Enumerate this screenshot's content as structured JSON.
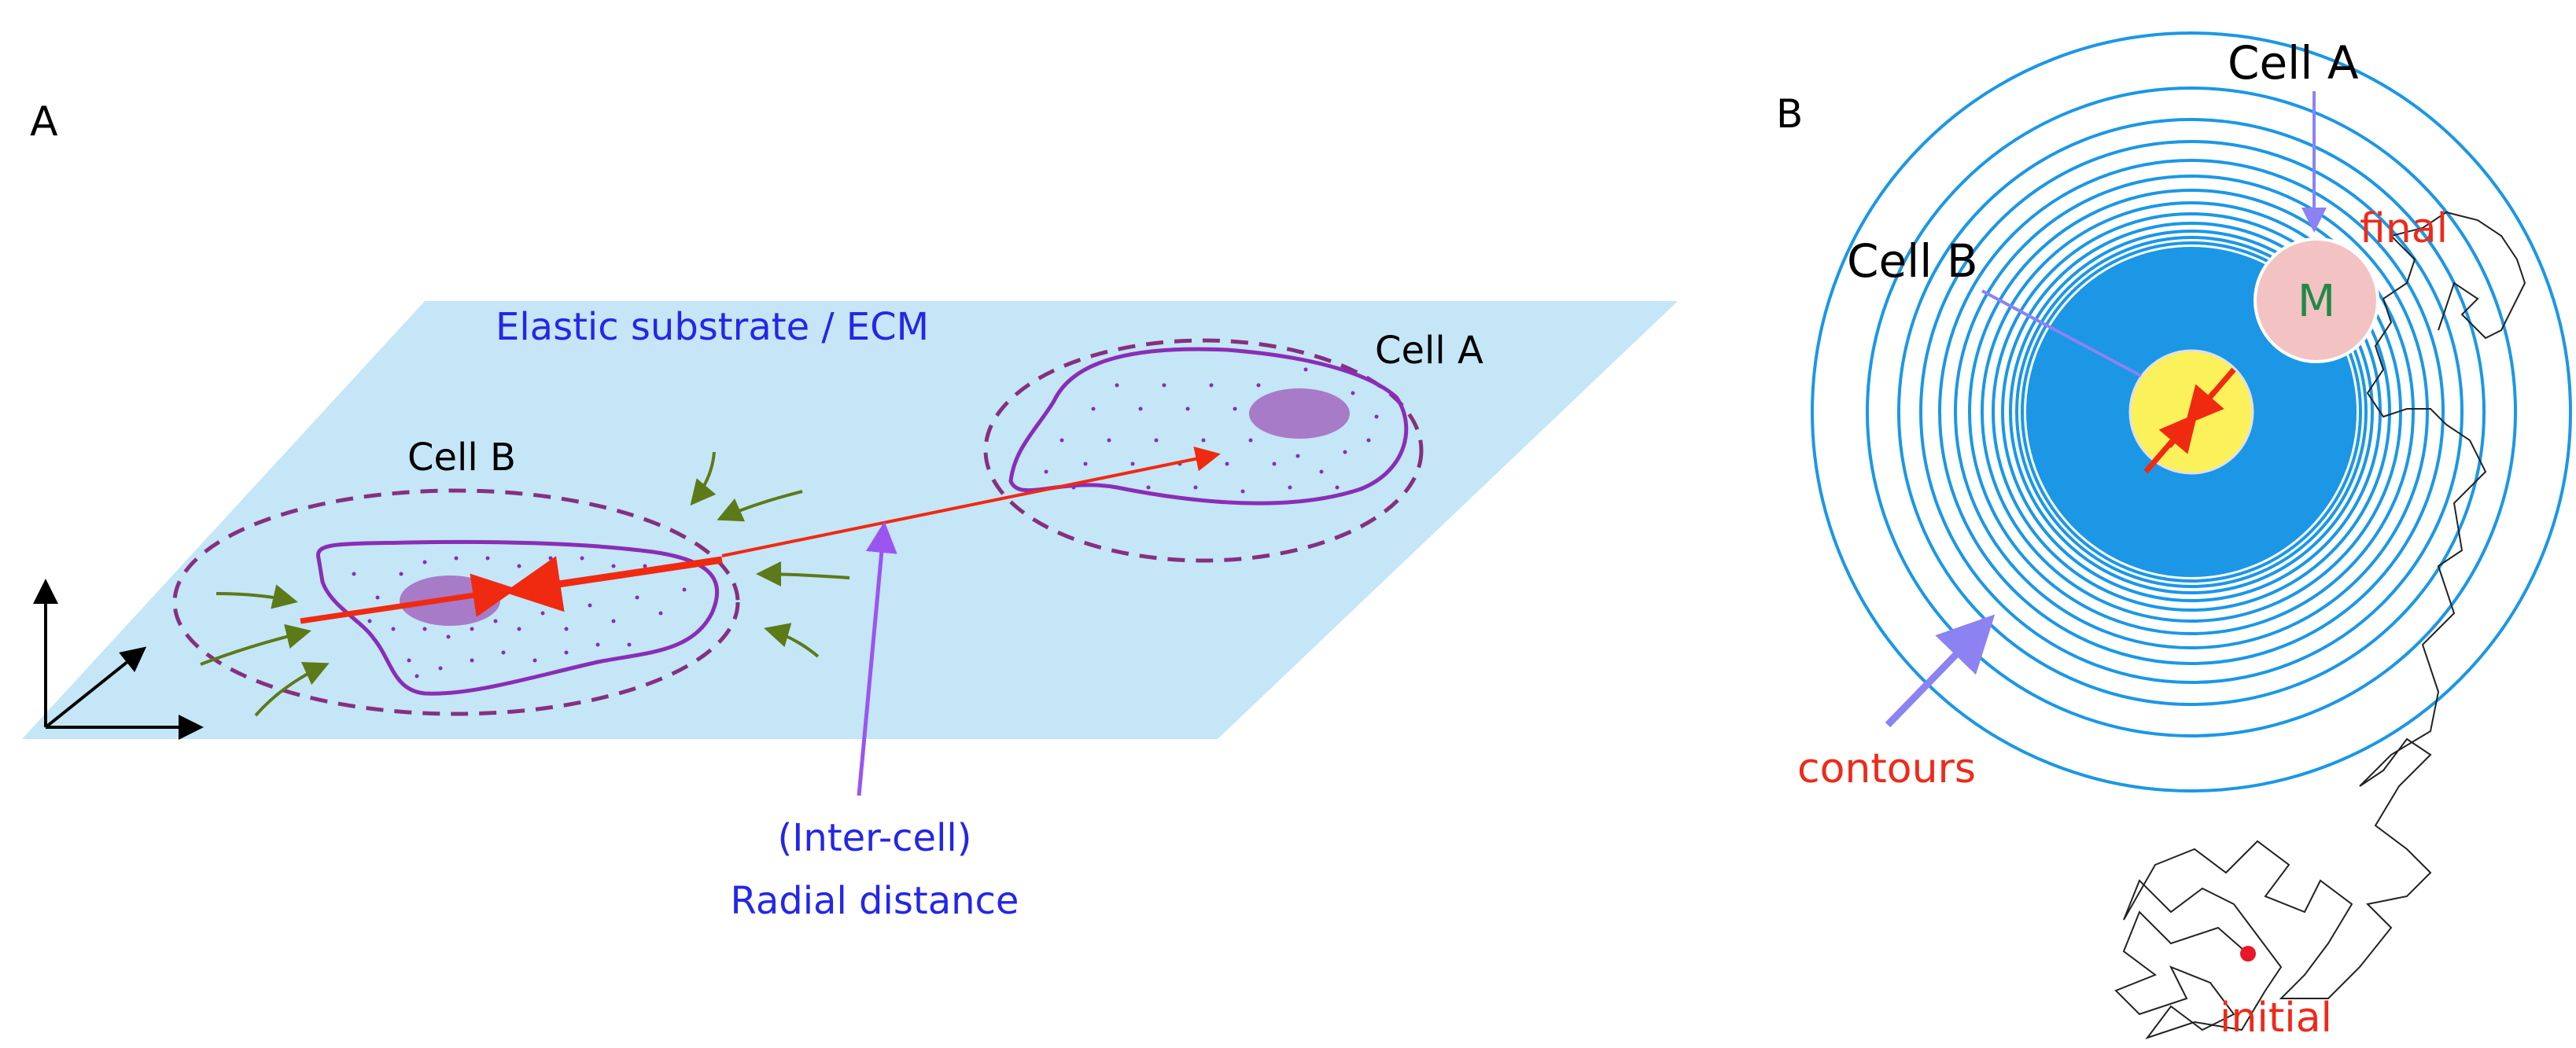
{
  "panel_a": {
    "label": "A",
    "substrate_label": "Elastic substrate / ECM",
    "cell_a_label": "Cell A",
    "cell_b_label": "Cell B",
    "distance_label_line1": "(Inter-cell)",
    "distance_label_line2": "Radial distance"
  },
  "panel_b": {
    "label": "B",
    "cell_a_label": "Cell A",
    "cell_b_label": "Cell B",
    "marker_letter": "M",
    "final_label": "final",
    "contours_label": "contours",
    "initial_label": "initial"
  },
  "colors": {
    "substrate": "#c4e6f7",
    "cell_outline": "#8a2db5",
    "cell_dash": "#86307d",
    "nucleus": "#a77bc7",
    "force_arrow": "#f02a10",
    "distance_arrow": "#9a55f0",
    "text_blue": "#2426e8",
    "traction_arrows": "#5d7a19",
    "contour": "#1b97e6",
    "marker_fill": "#f3c3c3",
    "marker_text": "#1f8a48",
    "cell_b_disk": "#fbf15a",
    "label_red": "#ee2a1a",
    "pointer": "#8c82f2",
    "random_walk": "#222222",
    "initial_dot": "#e8182a"
  }
}
